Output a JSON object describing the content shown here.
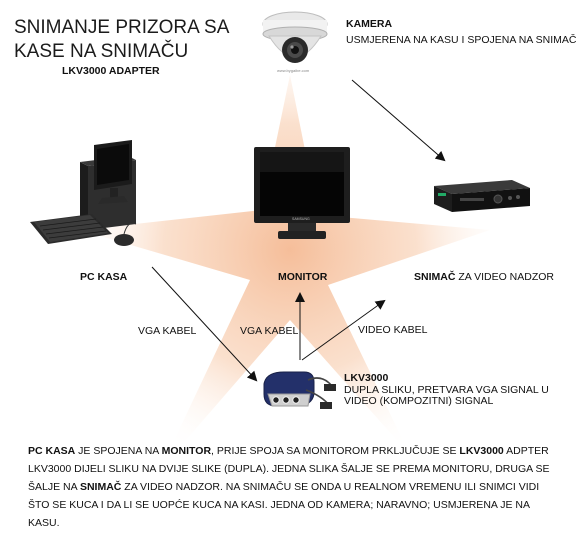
{
  "title_line1": "SNIMANJE PRIZORA SA",
  "title_line2": "KASE NA SNIMAČU",
  "subtitle": "LKV3000 ADAPTER",
  "camera": {
    "title": "KAMERA",
    "desc": "USMJERENA NA KASU I SPOJENA NA SNIMAČ",
    "watermark": "www.bygaibe.com"
  },
  "pc": {
    "label": "PC KASA"
  },
  "monitor": {
    "label": "MONITOR",
    "brand": "SAMSUNG"
  },
  "recorder": {
    "label_bold": "SNIMAČ",
    "label_rest": " ZA VIDEO NADZOR"
  },
  "cables": {
    "vga_left": "VGA KABEL",
    "vga_mid": "VGA KABEL",
    "video": "VIDEO KABEL"
  },
  "adapter": {
    "title": "LKV3000",
    "desc_line1": "DUPLA SLIKU, PRETVARA VGA SIGNAL U",
    "desc_line2": "VIDEO (KOMPOZITNI) SIGNAL"
  },
  "description": {
    "s1_bold": "PC KASA",
    "s2": " JE SPOJENA NA ",
    "s3_bold": "MONITOR",
    "s4": ", PRIJE SPOJA SA MONITOROM PRKLJUČUJE SE ",
    "s5_bold": "LKV3000",
    "s6": " ADPTER LKV3000 DIJELI SLIKU NA DVIJE SLIKE (DUPLA). JEDNA SLIKA ŠALJE SE PREMA MONITORU, DRUGA SE ŠALJE NA ",
    "s7_bold": "SNIMAČ",
    "s8": " ZA VIDEO NADZOR. NA SNIMAČU SE ONDA U REALNOM VREMENU ILI SNIMCI  VIDI ŠTO SE KUCA I DA LI SE  UOPĆE KUCA NA KASI. JEDNA OD KAMERA; NARAVNO; USMJERENA JE NA KASU."
  },
  "colors": {
    "star": "#f6c9a9",
    "arrow": "#111111"
  }
}
